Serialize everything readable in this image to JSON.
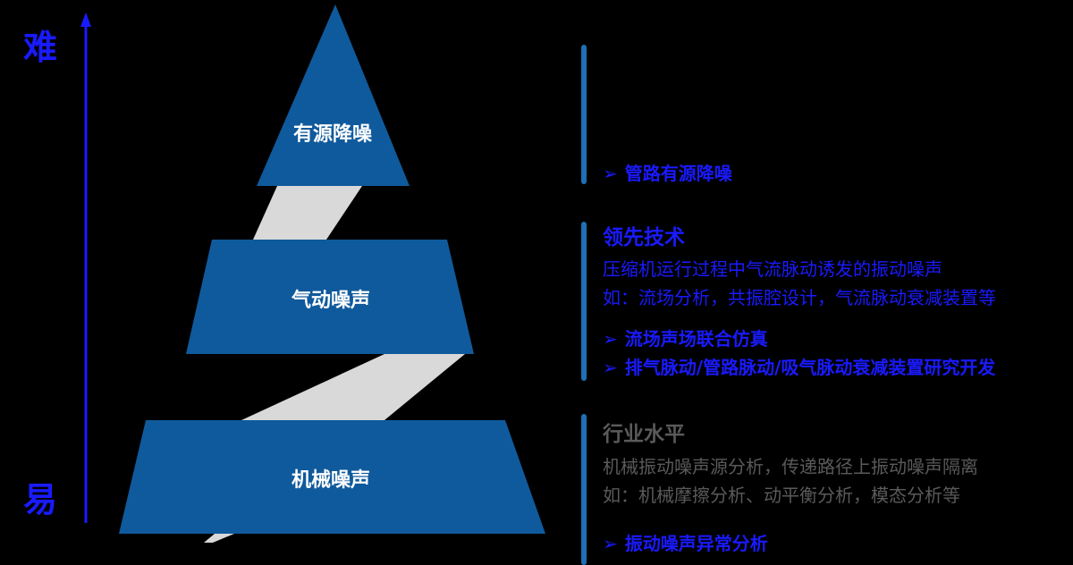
{
  "axis": {
    "top_label": "难",
    "bottom_label": "易"
  },
  "pyramid": {
    "levels": [
      {
        "label": "有源降噪"
      },
      {
        "label": "气动噪声"
      },
      {
        "label": "机械噪声"
      }
    ]
  },
  "right": {
    "top": {
      "bullets": [
        "管路有源降噪"
      ]
    },
    "middle": {
      "heading": "领先技术",
      "lines": [
        "压缩机运行过程中气流脉动诱发的振动噪声",
        "如：流场分析，共振腔设计，气流脉动衰减装置等"
      ],
      "bullets": [
        "流场声场联合仿真",
        "排气脉动/管路脉动/吸气脉动衰减装置研究开发"
      ]
    },
    "bottom": {
      "heading": "行业水平",
      "lines": [
        "机械振动噪声源分析，传递路径上振动噪声隔离",
        "如：机械摩擦分析、动平衡分析，模态分析等"
      ],
      "bullets": [
        "振动噪声异常分析"
      ]
    },
    "bullet_glyph": "➢"
  },
  "colors": {
    "pyramid": "#0f5a9c",
    "connector": "#d9d9d9",
    "accent_text": "#1a1aff",
    "gray_text": "#5a5a5a",
    "bar": "#1f6fb5"
  }
}
